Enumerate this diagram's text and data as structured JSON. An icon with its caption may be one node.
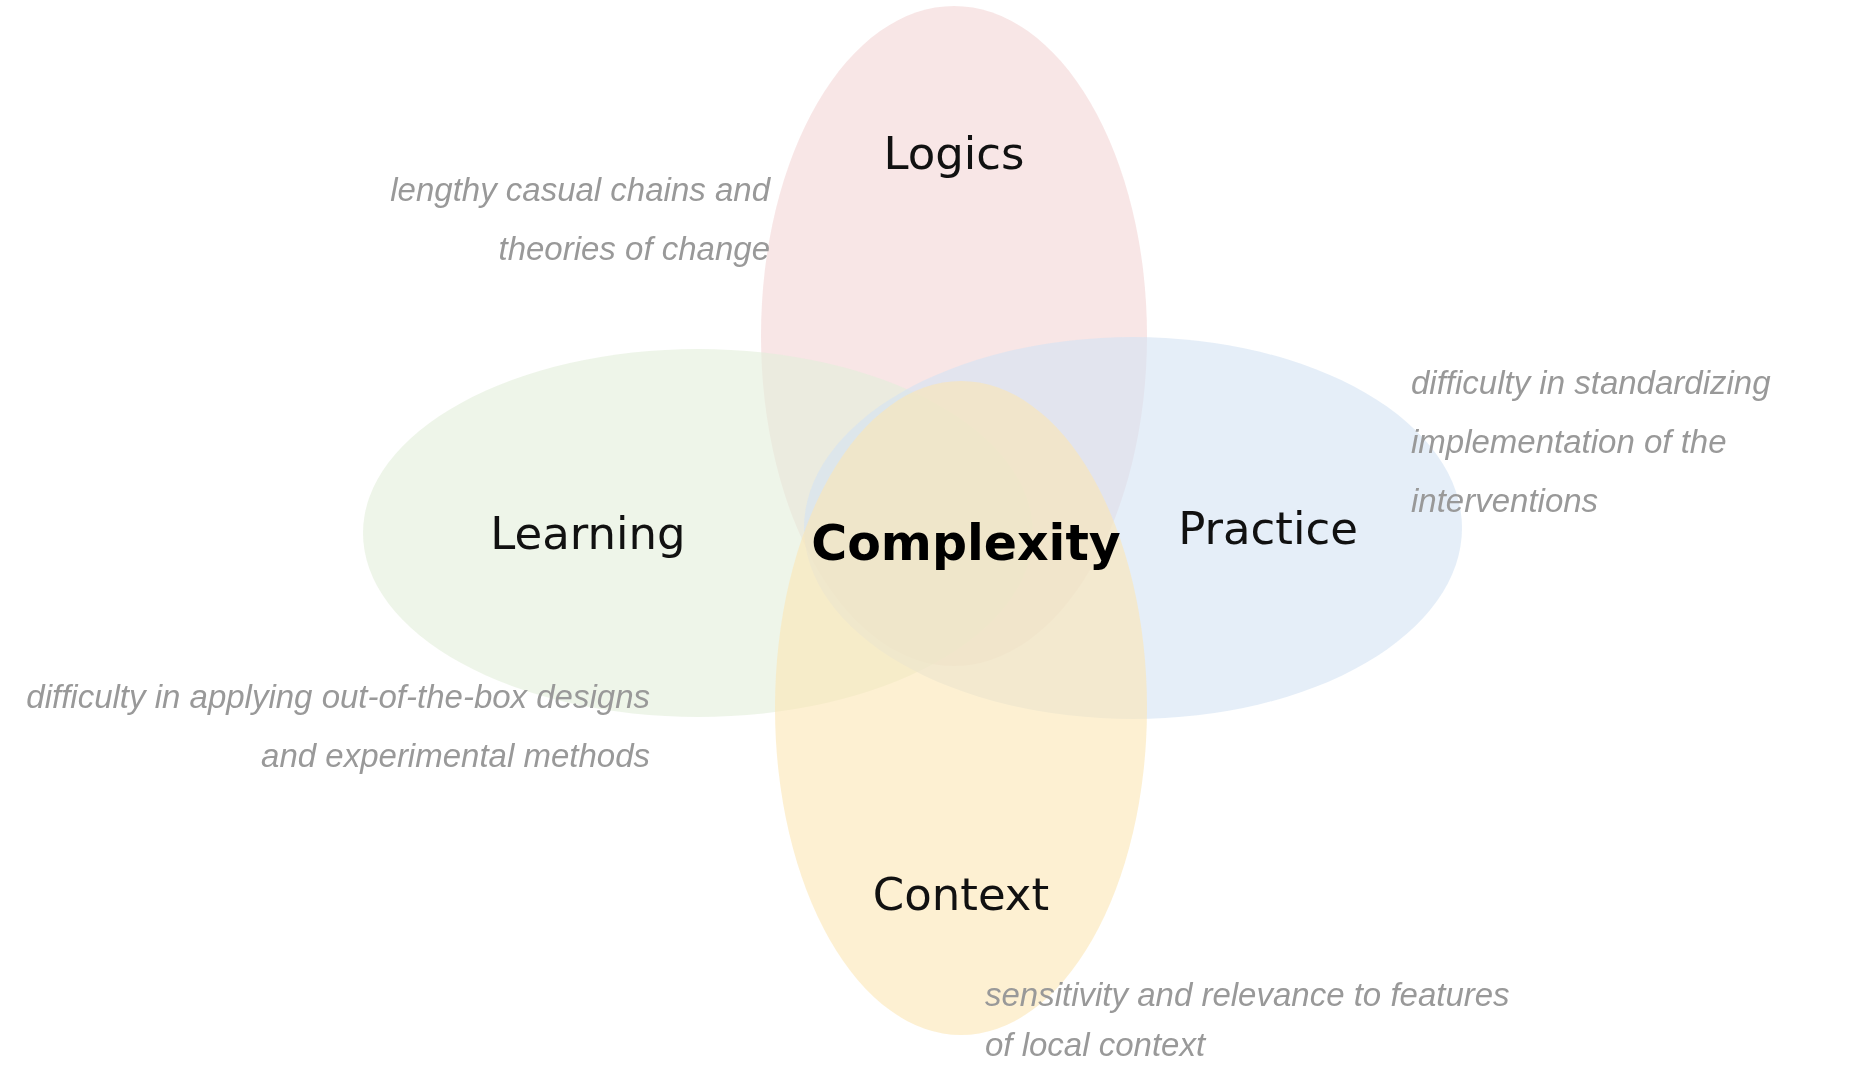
{
  "diagram": {
    "nodes": [
      {
        "text": [
          "Logics"
        ],
        "beside": [
          "lengthy casual chains and theories of change"
        ]
      },
      {
        "text": [
          "Learning"
        ],
        "beside": [
          "difficulty in applying out-of-the-box designs and experimental methods"
        ]
      },
      {
        "text": [
          "Practice"
        ],
        "beside": [
          "difficulty in standardizing implementation of the interventions"
        ]
      },
      {
        "text": [
          "Context"
        ],
        "beside": [
          "sensitivity and relevance to features of local context"
        ]
      }
    ],
    "labels": [
      "Complexity"
    ]
  }
}
